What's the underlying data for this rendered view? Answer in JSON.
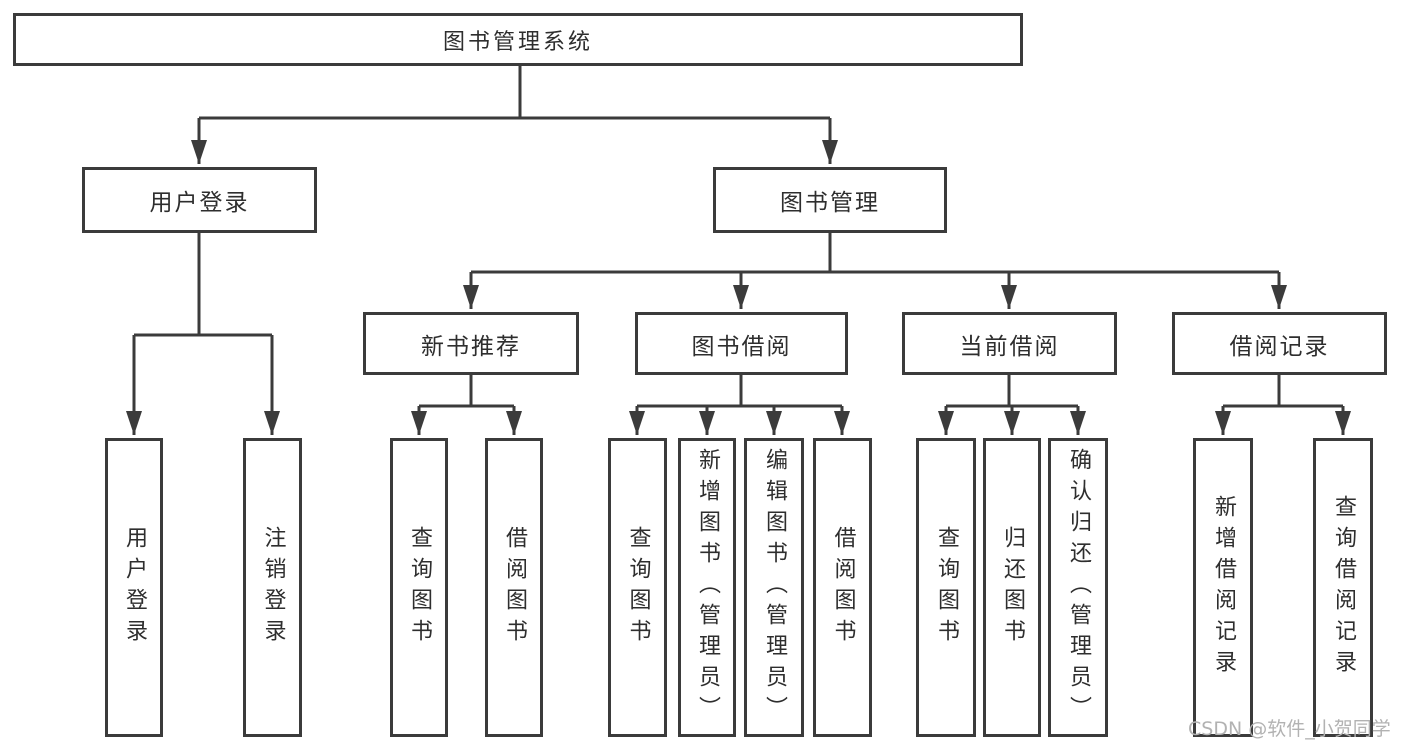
{
  "diagram": {
    "title_node": "图书管理系统",
    "nodes": {
      "root": {
        "label": "图书管理系统"
      },
      "user_login": {
        "label": "用户登录"
      },
      "book_mgmt": {
        "label": "图书管理"
      },
      "new_book_rec": {
        "label": "新书推荐"
      },
      "book_borrow": {
        "label": "图书借阅"
      },
      "current_borrow": {
        "label": "当前借阅"
      },
      "borrow_record": {
        "label": "借阅记录"
      },
      "leaf_user_login": {
        "label": "用户登录"
      },
      "leaf_logout": {
        "label": "注销登录"
      },
      "leaf_query_book_rec": {
        "label": "查询图书"
      },
      "leaf_borrow_book_rec": {
        "label": "借阅图书"
      },
      "leaf_query_book_borrow": {
        "label": "查询图书"
      },
      "leaf_add_book_admin": {
        "label": "新增图书（管理员）"
      },
      "leaf_edit_book_admin": {
        "label": "编辑图书（管理员）"
      },
      "leaf_borrow_book_borrow": {
        "label": "借阅图书"
      },
      "leaf_query_book_current": {
        "label": "查询图书"
      },
      "leaf_return_book": {
        "label": "归还图书"
      },
      "leaf_confirm_return_admin": {
        "label": "确认归还（管理员）"
      },
      "leaf_add_borrow_record": {
        "label": "新增借阅记录"
      },
      "leaf_query_borrow_record": {
        "label": "查询借阅记录"
      }
    },
    "edges": [
      [
        "root",
        "user_login"
      ],
      [
        "root",
        "book_mgmt"
      ],
      [
        "user_login",
        "leaf_user_login"
      ],
      [
        "user_login",
        "leaf_logout"
      ],
      [
        "book_mgmt",
        "new_book_rec"
      ],
      [
        "book_mgmt",
        "book_borrow"
      ],
      [
        "book_mgmt",
        "current_borrow"
      ],
      [
        "book_mgmt",
        "borrow_record"
      ],
      [
        "new_book_rec",
        "leaf_query_book_rec"
      ],
      [
        "new_book_rec",
        "leaf_borrow_book_rec"
      ],
      [
        "book_borrow",
        "leaf_query_book_borrow"
      ],
      [
        "book_borrow",
        "leaf_add_book_admin"
      ],
      [
        "book_borrow",
        "leaf_edit_book_admin"
      ],
      [
        "book_borrow",
        "leaf_borrow_book_borrow"
      ],
      [
        "current_borrow",
        "leaf_query_book_current"
      ],
      [
        "current_borrow",
        "leaf_return_book"
      ],
      [
        "current_borrow",
        "leaf_confirm_return_admin"
      ],
      [
        "borrow_record",
        "leaf_add_borrow_record"
      ],
      [
        "borrow_record",
        "leaf_query_borrow_record"
      ]
    ],
    "colors": {
      "line": "#3b3b3b",
      "node_border": "#3b3b3b",
      "node_background": "#ffffff",
      "text": "#2e2e2e",
      "watermark_text": "#b2b2b2"
    }
  },
  "watermark": {
    "text": "CSDN @软件_小贺同学"
  }
}
